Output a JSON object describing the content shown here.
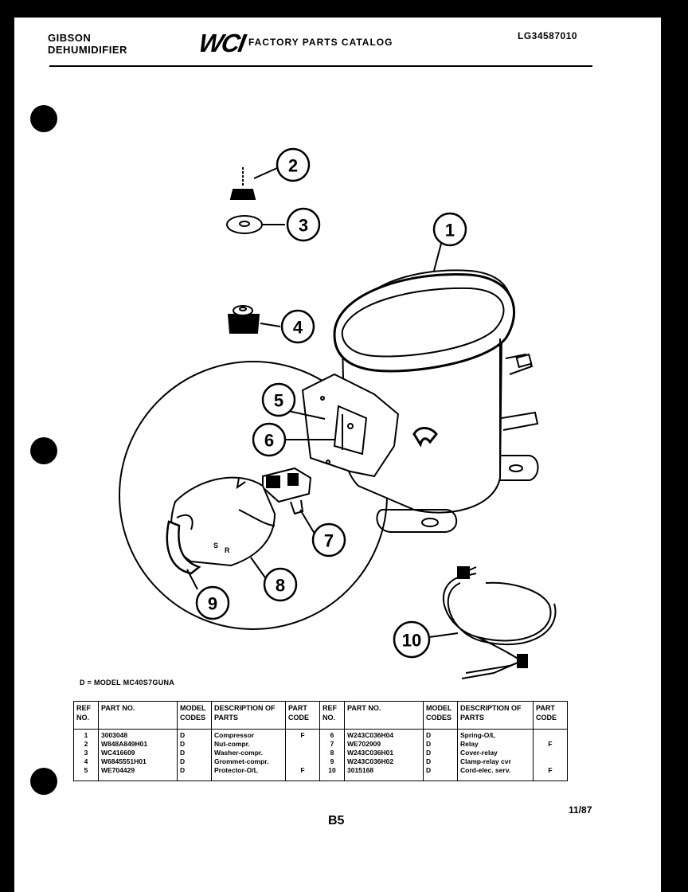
{
  "header": {
    "brand": "GIBSON",
    "product": "DEHUMIDIFIER",
    "logo": "WCI",
    "title": "FACTORY PARTS CATALOG",
    "catalog_code": "LG34587010"
  },
  "callouts": [
    "1",
    "2",
    "3",
    "4",
    "5",
    "6",
    "7",
    "8",
    "9",
    "10"
  ],
  "diagram_labels": {
    "s": "S",
    "r": "R"
  },
  "legend": "D = MODEL MC40S7GUNA",
  "table": {
    "headers": {
      "ref_no": "REF NO.",
      "part_no": "PART NO.",
      "model_codes": "MODEL CODES",
      "description": "DESCRIPTION OF PARTS",
      "part_code": "PART CODE"
    },
    "left": [
      {
        "ref": "1",
        "part": "3003048",
        "model": "D",
        "desc": "Compressor",
        "code": "F"
      },
      {
        "ref": "2",
        "part": "W848A849H01",
        "model": "D",
        "desc": "Nut-compr.",
        "code": ""
      },
      {
        "ref": "3",
        "part": "WC416609",
        "model": "D",
        "desc": "Washer-compr.",
        "code": ""
      },
      {
        "ref": "4",
        "part": "W6845551H01",
        "model": "D",
        "desc": "Grommet-compr.",
        "code": ""
      },
      {
        "ref": "5",
        "part": "WE704429",
        "model": "D",
        "desc": "Protector-O/L",
        "code": "F"
      }
    ],
    "right": [
      {
        "ref": "6",
        "part": "W243C036H04",
        "model": "D",
        "desc": "Spring-O/L",
        "code": ""
      },
      {
        "ref": "7",
        "part": "WE702909",
        "model": "D",
        "desc": "Relay",
        "code": "F"
      },
      {
        "ref": "8",
        "part": "W243C036H01",
        "model": "D",
        "desc": "Cover-relay",
        "code": ""
      },
      {
        "ref": "9",
        "part": "W243C036H02",
        "model": "D",
        "desc": "Clamp-relay cvr",
        "code": ""
      },
      {
        "ref": "10",
        "part": "3015168",
        "model": "D",
        "desc": "Cord-elec. serv.",
        "code": "F"
      }
    ]
  },
  "footer": {
    "page": "B5",
    "date": "11/87"
  }
}
